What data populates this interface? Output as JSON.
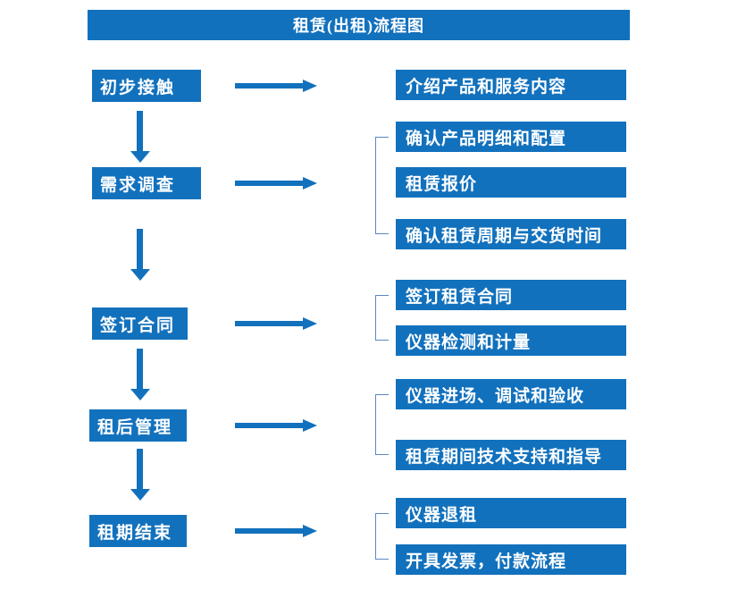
{
  "title": "租赁(出租)流程图",
  "colors": {
    "primary": "#1271BD",
    "bracket": "#5B87C5",
    "text": "#FFFFFF",
    "background": "#FFFFFF"
  },
  "steps": [
    {
      "label": "初步接触",
      "details": [
        "介绍产品和服务内容"
      ]
    },
    {
      "label": "需求调查",
      "details": [
        "确认产品明细和配置",
        "租赁报价",
        "确认租赁周期与交货时间"
      ]
    },
    {
      "label": "签订合同",
      "details": [
        "签订租赁合同",
        "仪器检测和计量"
      ]
    },
    {
      "label": "租后管理",
      "details": [
        "仪器进场、调试和验收",
        "租赁期间技术支持和指导"
      ]
    },
    {
      "label": "租期结束",
      "details": [
        "仪器退租",
        "开具发票，付款流程"
      ]
    }
  ]
}
